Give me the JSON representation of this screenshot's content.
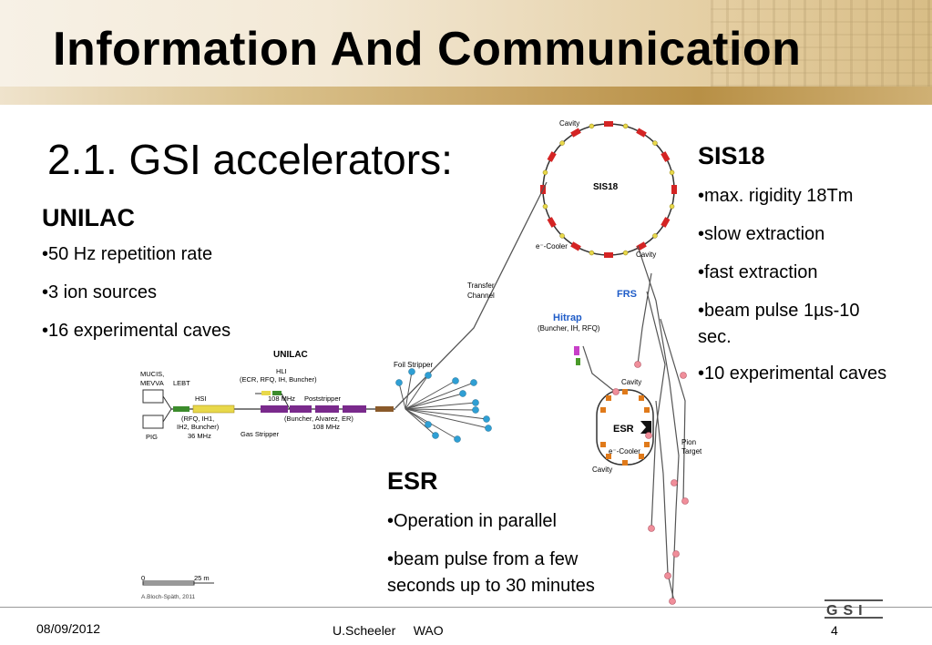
{
  "header": {
    "title": "Information And Communication"
  },
  "slide": {
    "subtitle": "2.1. GSI accelerators:"
  },
  "unilac_block": {
    "heading": "UNILAC",
    "bullets": [
      "•50 Hz repetition rate",
      "•3 ion sources",
      "•16 experimental caves"
    ]
  },
  "sis18_block": {
    "heading": "SIS18",
    "bullets": [
      "•max. rigidity 18Tm",
      "•slow extraction",
      "•fast extraction",
      "•beam pulse 1µs-10",
      "sec.",
      "•10 experimental caves"
    ]
  },
  "esr_block": {
    "heading": "ESR",
    "bullets": [
      "•Operation in parallel",
      "•beam pulse from a few",
      "seconds up to 30 minutes"
    ]
  },
  "diagram": {
    "cavity_label": "Cavity",
    "sis18_label": "SIS18",
    "ecooler_label": "e⁻-Cooler",
    "transfer_label": [
      "Transfer",
      "Channel"
    ],
    "frs_label": "FRS",
    "hitrap_label": "Hitrap",
    "hitrap_sub": "(Buncher, IH, RFQ)",
    "esr_label": "ESR",
    "pion_label": [
      "Pion",
      "Target"
    ],
    "unilac_label": "UNILAC",
    "foil_stripper_label": "Foil Stripper",
    "mucis_label": [
      "MUCIS,",
      "MEVVA"
    ],
    "lebt_label": "LEBT",
    "pig_label": "PIG",
    "hsi_label": "HSI",
    "hsi_sub": [
      "(RFQ, IH1,",
      "IH2, Buncher)",
      "36 MHz"
    ],
    "hli_label": [
      "HLI",
      "(ECR, RFQ, IH, Buncher)",
      "108 MHz"
    ],
    "poststripper_label": "Poststripper",
    "poststripper_sub": [
      "(Buncher, Alvarez, ER)",
      "108 MHz"
    ],
    "gas_stripper_label": "Gas Stripper",
    "scale_zero": "0",
    "scale_max": "25 m",
    "credit": "A.Bloch-Späth, 2011"
  },
  "footer": {
    "date": "08/09/2012",
    "author": "U.Scheeler     WAO",
    "page": "4",
    "logo_text": "GSI"
  },
  "colors": {
    "magnet_red": "#d42424",
    "quad_yellow": "#e8d84a",
    "marker_blue": "#2f9fd4",
    "marker_pink": "#f08e9a",
    "frs_blue": "#1f5cc8",
    "poststripper_purple": "#7a2a8c",
    "esr_orange": "#e07a1a"
  }
}
